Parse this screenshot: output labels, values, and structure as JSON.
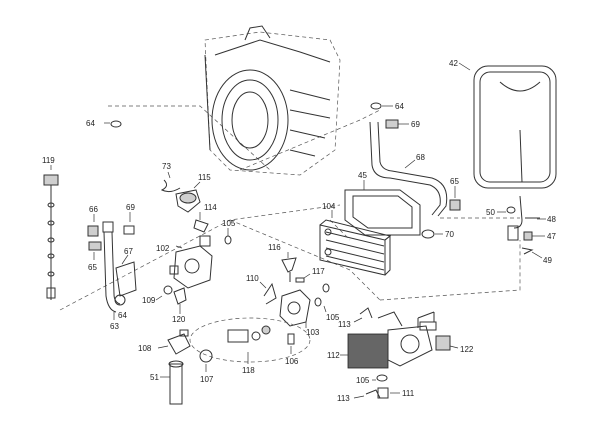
{
  "callouts": {
    "c42": "42",
    "c64a": "64",
    "c64b": "64",
    "c64c": "64",
    "c69a": "69",
    "c69b": "69",
    "c68": "68",
    "c119": "119",
    "c73": "73",
    "c115": "115",
    "c45": "45",
    "c65a": "65",
    "c65b": "65",
    "c66": "66",
    "c114": "114",
    "c104": "104",
    "c50": "50",
    "c48": "48",
    "c70": "70",
    "c105a": "105",
    "c105b": "105",
    "c105c": "105",
    "c102": "102",
    "c116": "116",
    "c47": "47",
    "c67": "67",
    "c49": "49",
    "c110": "110",
    "c117": "117",
    "c109": "109",
    "c120": "120",
    "c113a": "113",
    "c113b": "113",
    "c63": "63",
    "c103": "103",
    "c108": "108",
    "c122": "122",
    "c112": "112",
    "c106": "106",
    "c118": "118",
    "c51": "51",
    "c107": "107",
    "c111": "111"
  },
  "colors": {
    "line": "#333333",
    "shade": "#cfcfcf",
    "background": "#ffffff"
  }
}
